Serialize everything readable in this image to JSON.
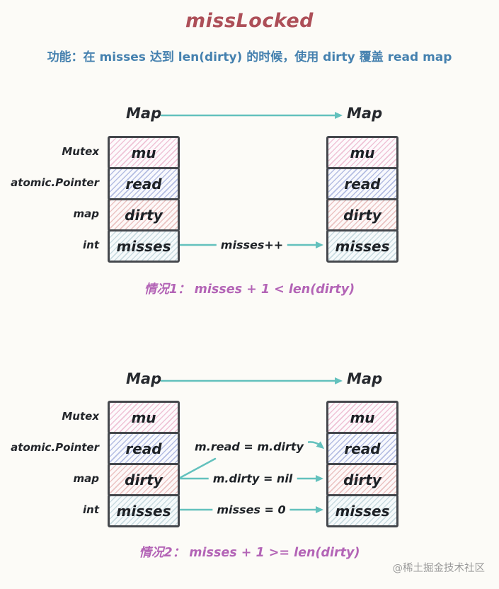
{
  "title": "missLocked",
  "subtitle": "功能：在 misses 达到 len(dirty) 的时候，使用 dirty 覆盖 read map",
  "watermark": "@稀土掘金技术社区",
  "struct_def": {
    "type_labels": [
      "Mutex",
      "atomic.Pointer",
      "map",
      "int"
    ],
    "field_labels": [
      "mu",
      "read",
      "dirty",
      "misses"
    ]
  },
  "case1": {
    "map_left": "Map",
    "map_right": "Map",
    "transition": "misses++",
    "caption": "情况1： misses + 1 < len(dirty)"
  },
  "case2": {
    "map_left": "Map",
    "map_right": "Map",
    "transitions": {
      "read": "m.read = m.dirty",
      "dirty": "m.dirty = nil",
      "misses": "misses = 0"
    },
    "caption": "情况2： misses + 1 >= len(dirty)"
  },
  "colors": {
    "page_bg": "#fcfbf7",
    "title_text": "#ad4f58",
    "subtitle_text": "#4581af",
    "caption_text": "#b364b6",
    "arrow_teal": "#63c1bd",
    "border_dark": "#45484d",
    "stripe_mu": "#efc3d6",
    "stripe_read": "#b4bde2",
    "stripe_dirty": "#eac3c2",
    "stripe_misses": "#c9dbe0",
    "watermark_gray": "#9a9a9a"
  }
}
